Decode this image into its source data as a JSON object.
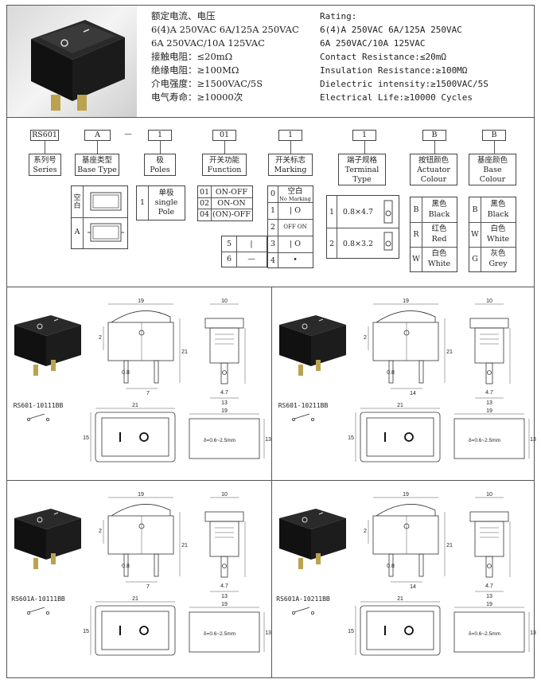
{
  "specs_cn": {
    "rating_label": "额定电流、电压",
    "rating_1": "6(4)A 250VAC  6A/125A 250VAC",
    "rating_2": "6A  250VAC/10A 125VAC",
    "contact": "接触电阻：≤20mΩ",
    "insulation": "绝缘电阻：≥100MΩ",
    "dielectric": "介电强度：≥1500VAC/5S",
    "life": "电气寿命：≥10000次"
  },
  "specs_en": {
    "rating_label": "Rating:",
    "rating_1": "6(4)A 250VAC  6A/125A 250VAC",
    "rating_2": "6A  250VAC/10A 125VAC",
    "contact": "Contact  Resistance:≤20mΩ",
    "insulation": "Insulation  Resistance:≥100MΩ",
    "dielectric": "Dielectric intensity:≥1500VAC/5S",
    "life": "Electrical Life:≥10000 Cycles"
  },
  "code": {
    "series": "RS601",
    "base_type": "A",
    "dash": "—",
    "poles": "1",
    "function": "01",
    "marking": "1",
    "terminal": "1",
    "actuator": "B",
    "base_colour": "B"
  },
  "headers": {
    "series": {
      "cn": "系列号",
      "en": "Series"
    },
    "base_type": {
      "cn": "基座类型",
      "en": "Base Type"
    },
    "poles": {
      "cn": "极",
      "en": "Poles"
    },
    "function": {
      "cn": "开关功能",
      "en": "Function"
    },
    "marking": {
      "cn": "开关标志",
      "en": "Marking"
    },
    "terminal": {
      "cn": "端子规格",
      "en1": "Terminal",
      "en2": "Type"
    },
    "actuator": {
      "cn": "按钮颜色",
      "en1": "Actuator",
      "en2": "Colour"
    },
    "base_colour": {
      "cn": "基座颜色",
      "en1": "Base",
      "en2": "Colour"
    }
  },
  "base_type_rows": [
    {
      "code": "空白"
    },
    {
      "code": "A"
    }
  ],
  "poles_row": {
    "code": "1",
    "cn": "单极",
    "en1": "single",
    "en2": "Pole"
  },
  "function_rows": [
    {
      "code": "01",
      "label": "ON-OFF"
    },
    {
      "code": "02",
      "label": "ON-ON"
    },
    {
      "code": "04",
      "label": "(ON)-OFF"
    },
    {
      "code": "5",
      "label": "|"
    },
    {
      "code": "6",
      "label": "—"
    }
  ],
  "marking_rows": [
    {
      "code": "0",
      "cn": "空白",
      "en": "No Marking"
    },
    {
      "code": "1",
      "symbol": "| O"
    },
    {
      "code": "2",
      "symbol": "OFF ON"
    },
    {
      "code": "3",
      "symbol": "| O"
    },
    {
      "code": "4",
      "symbol": "•"
    }
  ],
  "terminal_rows": [
    {
      "code": "1",
      "size": "0.8×4.7"
    },
    {
      "code": "2",
      "size": "0.8×3.2"
    }
  ],
  "actuator_rows": [
    {
      "code": "B",
      "cn": "黑色",
      "en": "Black"
    },
    {
      "code": "R",
      "cn": "红色",
      "en": "Red"
    },
    {
      "code": "W",
      "cn": "白色",
      "en": "White"
    }
  ],
  "base_colour_rows": [
    {
      "code": "B",
      "cn": "黑色",
      "en": "Black"
    },
    {
      "code": "W",
      "cn": "白色",
      "en": "White"
    },
    {
      "code": "G",
      "cn": "灰色",
      "en": "Grey"
    }
  ],
  "drawings": [
    {
      "model": "RS601-10111BB",
      "dims": {
        "w": "19",
        "h": "21",
        "d": "10",
        "t": "13",
        "p": "4.7",
        "a": "0.8",
        "b": "7",
        "c": "2",
        "fw": "21",
        "fh": "15",
        "cw": "19",
        "ch": "13",
        "panel": "δ=0.6~2.5mm"
      }
    },
    {
      "model": "RS601-10211BB",
      "dims": {
        "w": "19",
        "h": "21",
        "d": "10",
        "t": "13",
        "p": "4.7",
        "a": "0.8",
        "b": "14",
        "c": "2",
        "fw": "21",
        "fh": "15",
        "cw": "19",
        "ch": "13",
        "panel": "δ=0.6~2.5mm"
      }
    },
    {
      "model": "RS601A-10111BB",
      "dims": {
        "w": "19",
        "h": "21",
        "d": "10",
        "t": "13",
        "p": "4.7",
        "a": "0.8",
        "b": "7",
        "c": "2",
        "fw": "21",
        "fh": "15",
        "cw": "19",
        "ch": "13",
        "panel": "δ=0.6~2.5mm"
      }
    },
    {
      "model": "RS601A-10211BB",
      "dims": {
        "w": "19",
        "h": "21",
        "d": "10",
        "t": "13",
        "p": "4.7",
        "a": "0.8",
        "b": "14",
        "c": "2",
        "fw": "21",
        "fh": "15",
        "cw": "19",
        "ch": "13",
        "panel": "δ=0.6~2.5mm"
      }
    }
  ]
}
